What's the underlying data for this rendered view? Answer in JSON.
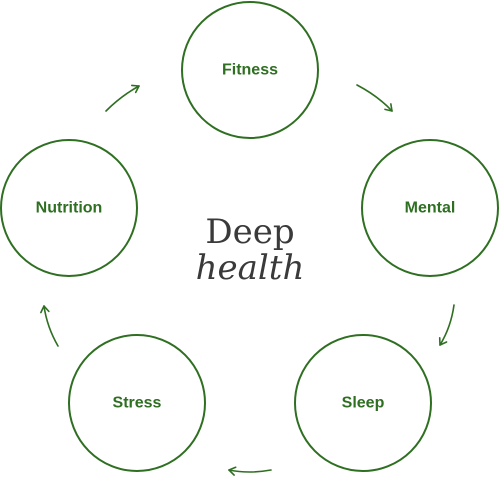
{
  "center": {
    "line1": "Deep",
    "line2": "health"
  },
  "nodes": [
    {
      "id": "fitness",
      "label": "Fitness"
    },
    {
      "id": "mental",
      "label": "Mental"
    },
    {
      "id": "sleep",
      "label": "Sleep"
    },
    {
      "id": "stress",
      "label": "Stress"
    },
    {
      "id": "nutrition",
      "label": "Nutrition"
    }
  ],
  "colors": {
    "accent": "#2f6f22",
    "center_text": "#3a3a3a",
    "background": "#ffffff"
  }
}
